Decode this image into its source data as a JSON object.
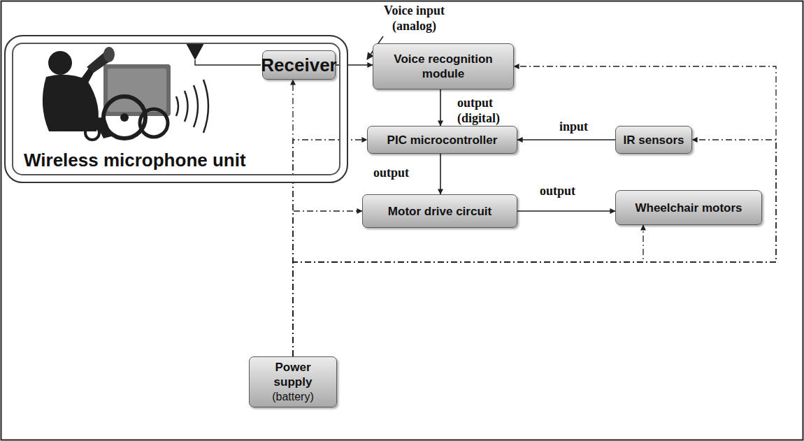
{
  "diagram": {
    "nodes": [
      {
        "text": [
          "Wireless microphone unit"
        ]
      },
      {
        "text": [
          "Receiver"
        ],
        "in": 0
      },
      {
        "text": [
          "Voice recognition module"
        ]
      },
      {
        "text": [
          "PIC microcontroller"
        ]
      },
      {
        "text": [
          "IR sensors"
        ]
      },
      {
        "text": [
          "Motor drive circuit"
        ]
      },
      {
        "text": [
          "Wheelchair motors"
        ]
      },
      {
        "text": [
          "Power supply",
          "(battery)"
        ]
      }
    ],
    "edges": [
      {
        "from": 1,
        "to": 2,
        "arrow": "to"
      },
      {
        "from": 2,
        "to": 3,
        "arrow": "to",
        "label": "output (digital)"
      },
      {
        "from": 4,
        "to": 3,
        "arrow": "to",
        "label": "input"
      },
      {
        "from": 3,
        "to": 5,
        "arrow": "to",
        "label": "output"
      },
      {
        "from": 5,
        "to": 6,
        "arrow": "to",
        "label": "output"
      },
      {
        "from": 7,
        "to": 1,
        "arrow": "to"
      },
      {
        "from": 7,
        "to": 2,
        "arrow": "to"
      },
      {
        "from": 7,
        "to": 3,
        "arrow": "to"
      },
      {
        "from": 7,
        "to": 4,
        "arrow": "to"
      },
      {
        "from": 7,
        "to": 5,
        "arrow": "to"
      },
      {
        "from": 7,
        "to": 6,
        "arrow": "to"
      }
    ],
    "labels": [
      "Voice input (analog)"
    ]
  }
}
